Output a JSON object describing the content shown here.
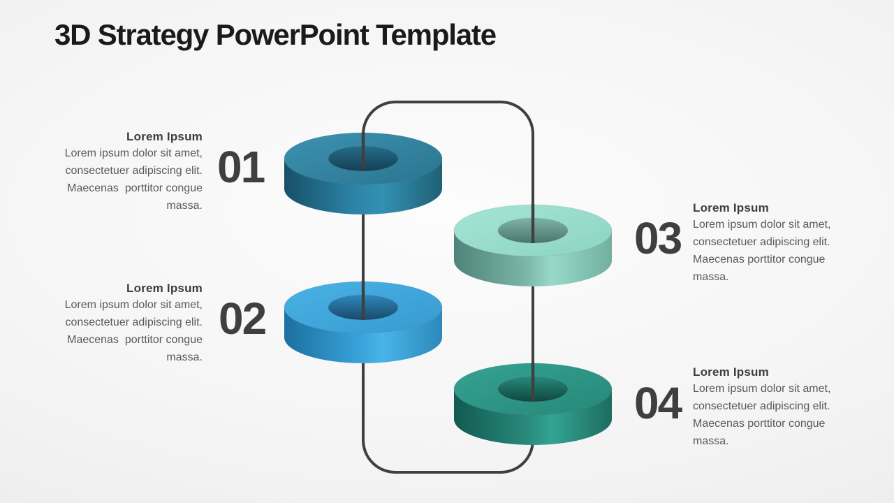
{
  "slide": {
    "title": "3D Strategy PowerPoint Template"
  },
  "connector": {
    "color": "#3f3f3f"
  },
  "items": [
    {
      "number": "01",
      "heading": "Lorem Ipsum",
      "lines": [
        "Lorem ipsum dolor sit amet,",
        "consectetuer adipiscing elit.",
        "Maecenas  porttitor congue",
        "massa."
      ],
      "ring_colors": {
        "top": [
          "#3d93b1",
          "#29748f"
        ],
        "side": [
          "#175068",
          "#2d84a6",
          "#3391b1",
          "#1f6076"
        ],
        "hole": [
          "#266d8a",
          "#153f54"
        ]
      }
    },
    {
      "number": "02",
      "heading": "Lorem Ipsum",
      "lines": [
        "Lorem ipsum dolor sit amet,",
        "consectetuer adipiscing elit.",
        "Maecenas  porttitor congue",
        "massa."
      ],
      "ring_colors": {
        "top": [
          "#4ab2e5",
          "#379ad0"
        ],
        "side": [
          "#1d6f9f",
          "#36a0d6",
          "#49b4e8",
          "#2c89bb"
        ],
        "hole": [
          "#2f88ba",
          "#174a6b"
        ]
      }
    },
    {
      "number": "03",
      "heading": "Lorem Ipsum",
      "lines": [
        "Lorem ipsum dolor sit amet,",
        "consectetuer adipiscing elit.",
        "Maecenas porttitor congue",
        "massa."
      ],
      "ring_colors": {
        "top": [
          "#a5e4d6",
          "#8cd4c3"
        ],
        "side": [
          "#4f837a",
          "#7ab5a7",
          "#97d9c9",
          "#72af9f"
        ],
        "hole": [
          "#7fb3a7",
          "#4a766d"
        ]
      }
    },
    {
      "number": "04",
      "heading": "Lorem Ipsum",
      "lines": [
        "Lorem ipsum dolor sit amet,",
        "consectetuer adipiscing elit.",
        "Maecenas porttitor congue",
        "massa."
      ],
      "ring_colors": {
        "top": [
          "#35a392",
          "#278779"
        ],
        "side": [
          "#135a50",
          "#27887a",
          "#33a491",
          "#1d6c60"
        ],
        "hole": [
          "#27897b",
          "#10473f"
        ]
      }
    }
  ]
}
